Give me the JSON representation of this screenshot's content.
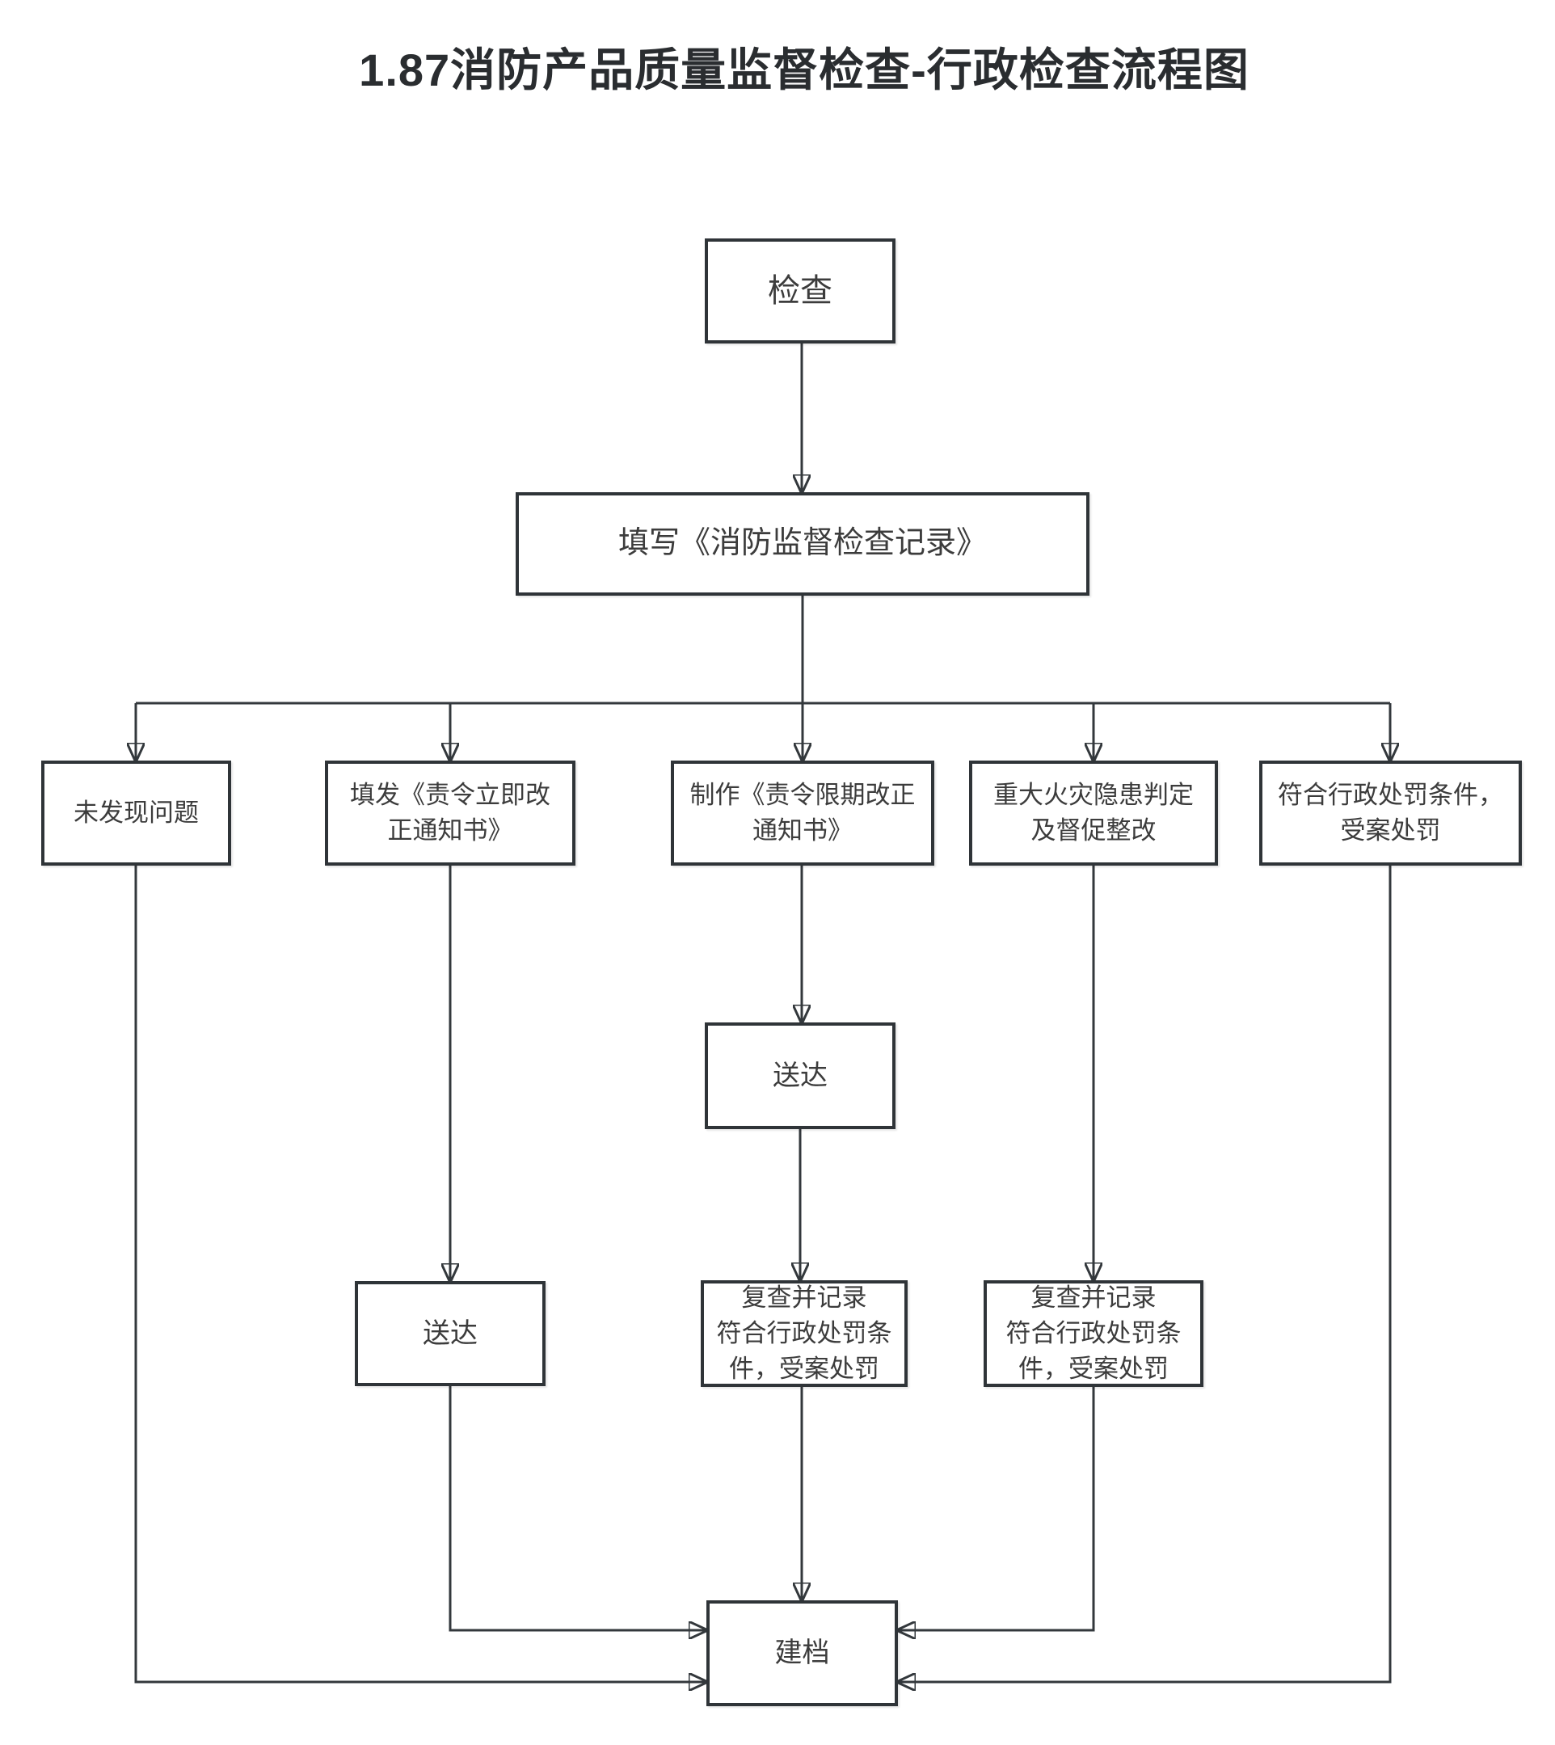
{
  "title": "1.87消防产品质量监督检查-行政检查流程图",
  "diagram": {
    "colors": {
      "background": "#ffffff",
      "stroke": "#33383c",
      "text": "#3c3c3c"
    },
    "nodes": {
      "inspect": {
        "label": "检查"
      },
      "record": {
        "label": "填写《消防监督检查记录》"
      },
      "no_issue": {
        "label": "未发现问题"
      },
      "immediate": {
        "label": "填发《责令立即改\n正通知书》"
      },
      "deadline": {
        "label": "制作《责令限期改正\n通知书》"
      },
      "major": {
        "label": "重大火灾隐患判定\n及督促整改"
      },
      "penalty": {
        "label": "符合行政处罚条件，\n受案处罚"
      },
      "deliver_center": {
        "label": "送达"
      },
      "deliver_left": {
        "label": "送达"
      },
      "recheck_center": {
        "label": "复查并记录\n符合行政处罚条\n件，受案处罚"
      },
      "recheck_right": {
        "label": "复查并记录\n符合行政处罚条\n件，受案处罚"
      },
      "archive": {
        "label": "建档"
      }
    }
  }
}
